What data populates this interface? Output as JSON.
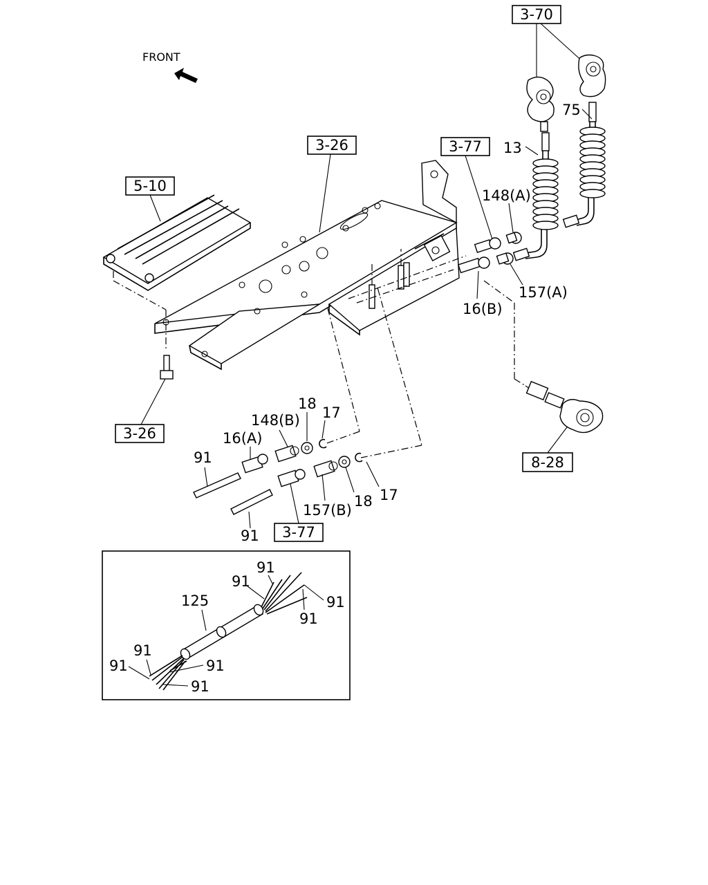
{
  "front_label": "FRONT",
  "ref_boxes": {
    "r_3_70": "3-70",
    "r_3_26_top": "3-26",
    "r_3_77_top": "3-77",
    "r_5_10": "5-10",
    "r_3_26_bottom": "3-26",
    "r_8_28": "8-28",
    "r_3_77_bottom": "3-77"
  },
  "callouts": {
    "c75": "75",
    "c13": "13",
    "c148a": "148(A)",
    "c157a": "157(A)",
    "c16b": "16(B)",
    "c18a": "18",
    "c17a": "17",
    "c148b": "148(B)",
    "c16a": "16(A)",
    "c91a": "91",
    "c17b": "17",
    "c18b": "18",
    "c157b": "157(B)",
    "c91b": "91"
  },
  "inset_callouts": {
    "i91_top": "91",
    "i91_upper_left": "91",
    "i91_right": "91",
    "i91_right_lower": "91",
    "i125": "125",
    "i91_left_upper": "91",
    "i91_left": "91",
    "i91_left_mid": "91",
    "i91_bottom": "91"
  }
}
